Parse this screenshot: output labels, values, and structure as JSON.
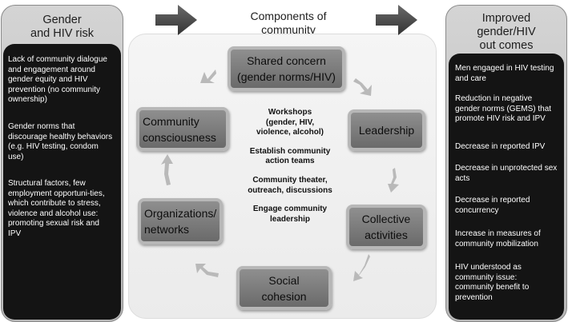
{
  "left_panel": {
    "title": "Gender\nand HIV risk",
    "items": [
      "Lack of community dialogue and engagement around gender equity and HIV prevention (no community ownership)",
      "Gender norms that discourage healthy behaviors (e.g. HIV testing, condom use)",
      "Structural factors, few employment opportuni-ties, which contribute to stress, violence and alcohol use: promoting sexual risk and IPV"
    ]
  },
  "center": {
    "title": "Components of\ncommunity mobilization",
    "nodes": {
      "shared_concern": "Shared concern\n(gender norms/HIV)",
      "leadership": "Leadership",
      "collective_activities": "Collective\nactivities",
      "social_cohesion": "Social\ncohesion",
      "organizations_networks": "Organizations/\nnetworks",
      "community_consciousness": "Community\nconsciousness"
    },
    "activities": [
      "Workshops\n(gender, HIV,\nviolence, alcohol)",
      "Establish community\naction teams",
      "Community theater,\noutreach, discussions",
      "Engage community\nleadership"
    ]
  },
  "right_panel": {
    "title": "Improved\ngender/HIV\nout comes",
    "items": [
      "Men engaged in HIV testing and care",
      "Reduction in negative gender norms (GEMS) that promote HIV risk and IPV",
      "Decrease in reported IPV",
      "Decrease in unprotected sex acts",
      "Decrease in reported concurrency",
      "Increase in measures of community mobilization",
      "HIV understood as community issue: community benefit to prevention"
    ]
  },
  "colors": {
    "panel_body": "#141414",
    "panel_frame": "#c6c6c6",
    "node_fill": "#7d7d7d",
    "node_border": "#b7b7b7",
    "arrow": "#4a4a4a"
  }
}
